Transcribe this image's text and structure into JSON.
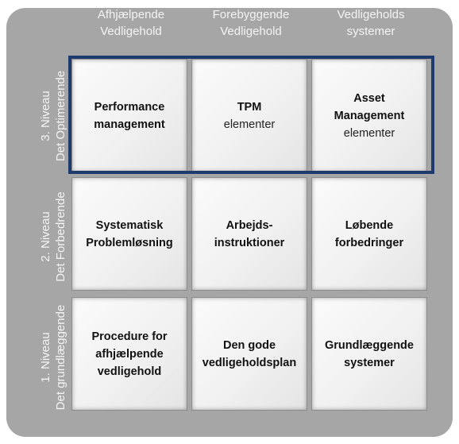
{
  "columns": [
    {
      "line1": "Afhjælpende",
      "line2": "Vedligehold"
    },
    {
      "line1": "Forebyggende",
      "line2": "Vedligehold"
    },
    {
      "line1": "Vedligeholds",
      "line2": "systemer"
    }
  ],
  "rows": [
    {
      "line1": "3. Niveau",
      "line2": "Det Optimerende"
    },
    {
      "line1": "2. Niveau",
      "line2": "Det Forbedrende"
    },
    {
      "line1": "1. Niveau",
      "line2": "Det grundlæggende"
    }
  ],
  "cells": [
    [
      {
        "title": "Performance\nmanagement",
        "sub": ""
      },
      {
        "title": "TPM",
        "sub": "elementer"
      },
      {
        "title": "Asset\nManagement",
        "sub": "elementer"
      }
    ],
    [
      {
        "title": "Systematisk\nProblemløsning",
        "sub": ""
      },
      {
        "title": "Arbejds-\ninstruktioner",
        "sub": ""
      },
      {
        "title": "Løbende\nforbedringer",
        "sub": ""
      }
    ],
    [
      {
        "title": "Procedure for\nafhjælpende\nvedligehold",
        "sub": ""
      },
      {
        "title": "Den gode\nvedligeholdsplan",
        "sub": ""
      },
      {
        "title": "Grundlæggende\nsystemer",
        "sub": ""
      }
    ]
  ],
  "colors": {
    "panel": "#a6a6a6",
    "highlight_border": "#1f3b6e",
    "label_text": "#f4f4f4"
  }
}
